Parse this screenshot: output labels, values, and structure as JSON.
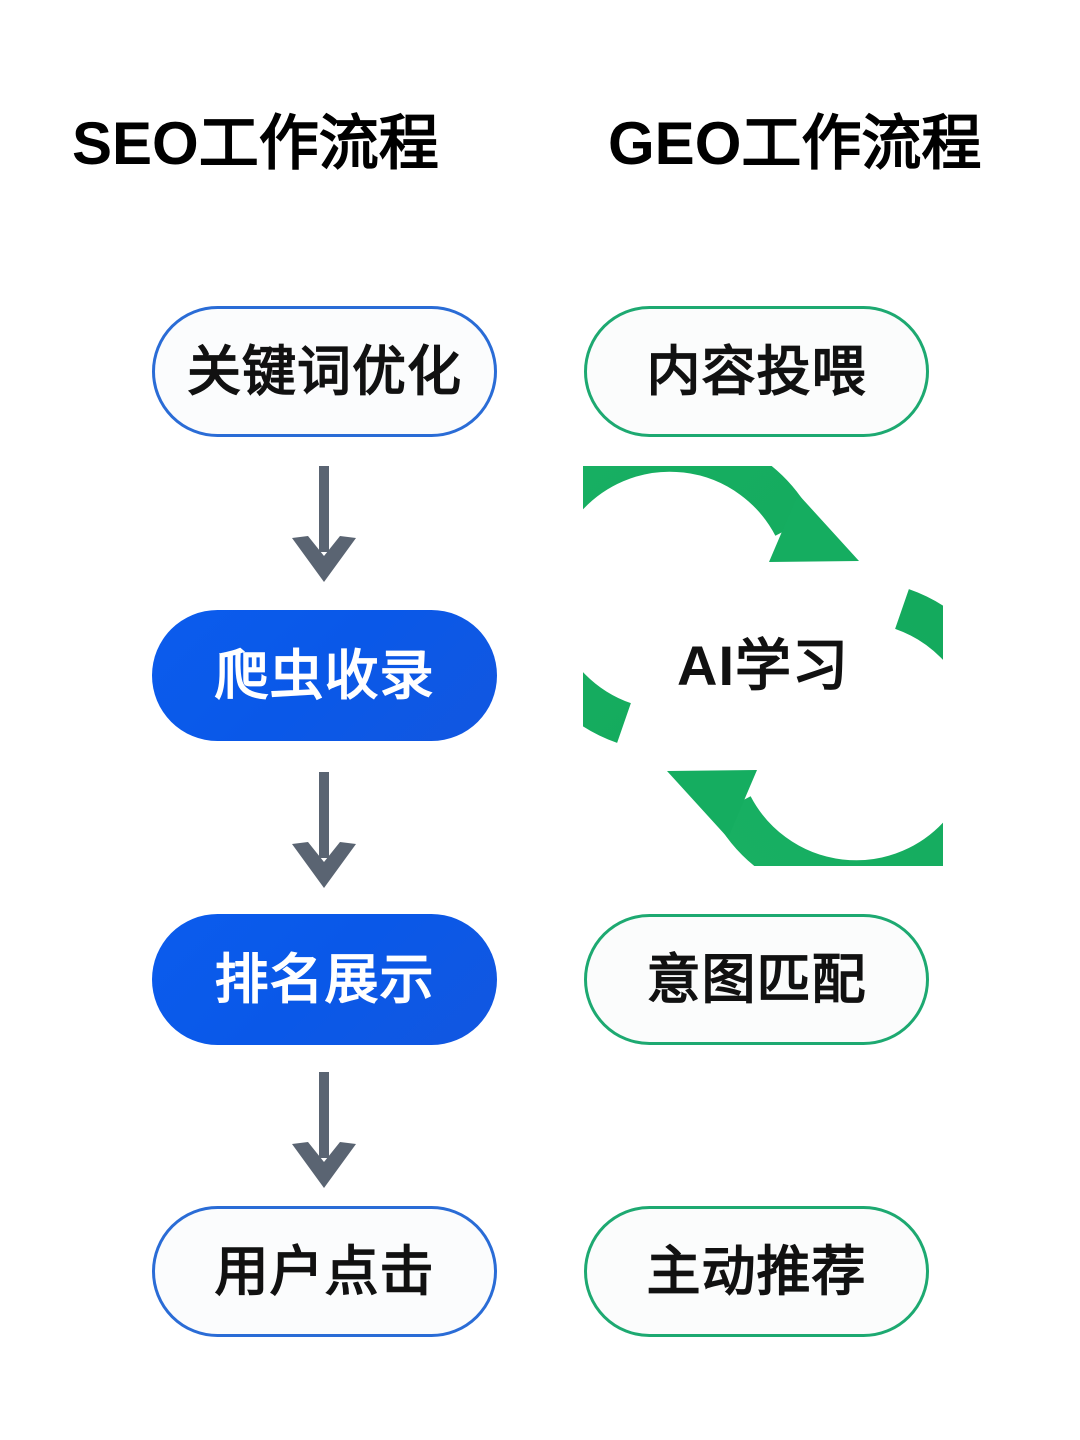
{
  "page": {
    "background_color": "#ffffff",
    "accent_blue": "#0b5ced",
    "accent_blue_outline": "#2a6cd6",
    "accent_green": "#16b260",
    "accent_green_outline": "#1da971",
    "arrow_color": "#5a6472",
    "text_dark": "#111111",
    "text_on_fill": "#ffffff"
  },
  "columns": {
    "seo": {
      "title": "SEO工作流程",
      "steps": [
        {
          "label": "关键词优化",
          "style": "outline-blue"
        },
        {
          "label": "爬虫收录",
          "style": "solid-blue"
        },
        {
          "label": "排名展示",
          "style": "solid-blue"
        },
        {
          "label": "用户点击",
          "style": "outline-blue"
        }
      ],
      "connectors": [
        {
          "icon": "down-arrow-icon"
        },
        {
          "icon": "down-arrow-icon"
        },
        {
          "icon": "down-arrow-icon"
        }
      ]
    },
    "geo": {
      "title": "GEO工作流程",
      "steps": [
        {
          "label": "内容投喂",
          "style": "outline-green"
        },
        {
          "label": "意图匹配",
          "style": "outline-green"
        },
        {
          "label": "主动推荐",
          "style": "outline-green"
        }
      ],
      "cycle": {
        "icon": "circular-refresh-icon",
        "label": "AI学习"
      }
    }
  }
}
